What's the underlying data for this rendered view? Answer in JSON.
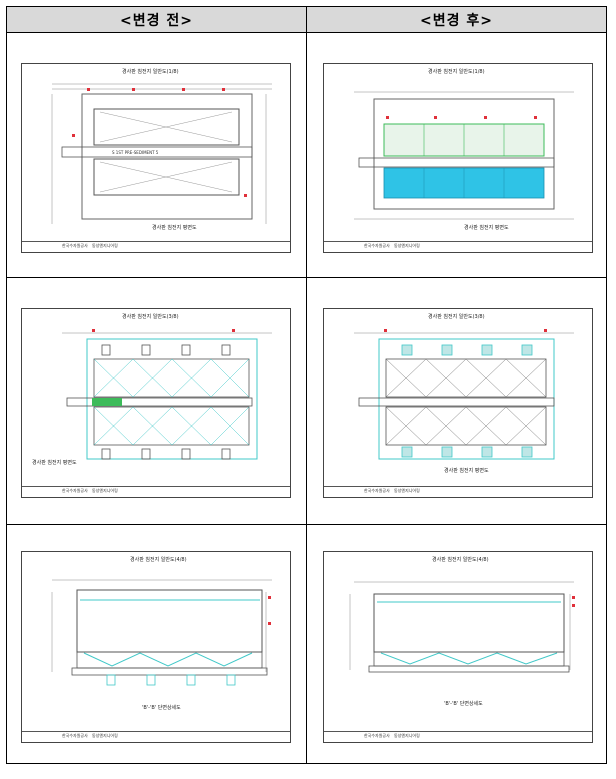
{
  "headers": {
    "before": "<변경 전>",
    "after": "<변경 후>"
  },
  "rows": [
    {
      "before": {
        "title": "경사판 침전지 일반도(1/8)",
        "caption": "경사판 침전지 평면도",
        "strip_label": "S 1ST PRE-SEDIMENT 5 "
      },
      "after": {
        "title": "경사판 침전지 일반도(1/8)",
        "caption": "경사판 침전지 평면도"
      }
    },
    {
      "before": {
        "title": "경사판 침전지 일반도(3/8)",
        "caption": "경사판 침전지 평면도"
      },
      "after": {
        "title": "경사판 침전지 일반도(3/8)",
        "caption": "경사판 침전지 평면도"
      }
    },
    {
      "before": {
        "title": "경사판 침전지 일반도(4/8)",
        "caption": "'B'-'B' 단면상세도"
      },
      "after": {
        "title": "경사판 침전지 일반도(4/8)",
        "caption": "'B'-'B' 단면상세도"
      }
    }
  ],
  "title_block": {
    "company": "한국수자원공사",
    "partner": "동성엔지니어링"
  },
  "colors": {
    "header_bg": "#d9d9d9",
    "drawing_line": "#555555",
    "pipe_cyan": "#41c8c8",
    "pipe_green": "#3dbb5a",
    "basin_fill": "#2fc3e6",
    "marker_red": "#e0303a"
  }
}
